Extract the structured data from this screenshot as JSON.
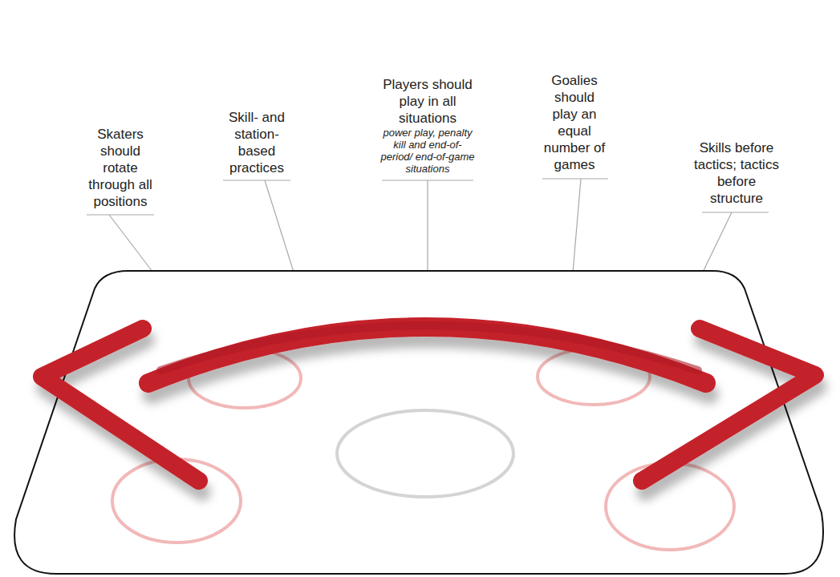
{
  "diagram": {
    "labels": [
      "Skaters should rotate through all positions",
      "Skill- and station-based practices",
      "Players should play in all situations",
      "power play, penalty kill and end-of-period/ end-of-game situations",
      "Goalies should play an equal number of games",
      "Skills before tactics; tactics before structure"
    ]
  }
}
